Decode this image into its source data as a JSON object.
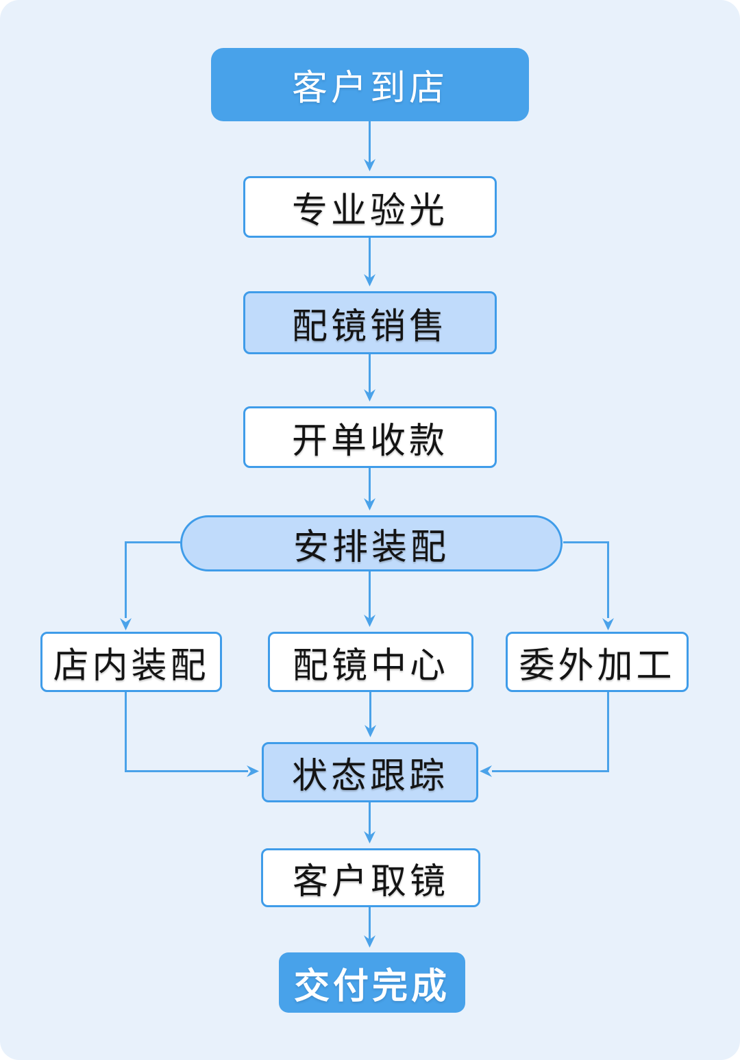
{
  "diagram": {
    "title_implicit": "眼镜门店配镜业务流程",
    "nodes": {
      "start": {
        "label": "客户到店",
        "type": "start"
      },
      "optometry": {
        "label": "专业验光",
        "type": "process"
      },
      "sales": {
        "label": "配镜销售",
        "type": "process-highlight"
      },
      "billing": {
        "label": "开单收款",
        "type": "process"
      },
      "dispatch": {
        "label": "安排装配",
        "type": "decision-pill"
      },
      "in_store": {
        "label": "店内装配",
        "type": "process"
      },
      "lens_center": {
        "label": "配镜中心",
        "type": "process"
      },
      "outsourced": {
        "label": "委外加工",
        "type": "process"
      },
      "status_tracking": {
        "label": "状态跟踪",
        "type": "process-highlight"
      },
      "pickup": {
        "label": "客户取镜",
        "type": "process"
      },
      "complete": {
        "label": "交付完成",
        "type": "end"
      }
    },
    "edges": [
      {
        "from": "start",
        "to": "optometry"
      },
      {
        "from": "optometry",
        "to": "sales"
      },
      {
        "from": "sales",
        "to": "billing"
      },
      {
        "from": "billing",
        "to": "dispatch"
      },
      {
        "from": "dispatch",
        "to": "in_store"
      },
      {
        "from": "dispatch",
        "to": "lens_center"
      },
      {
        "from": "dispatch",
        "to": "outsourced"
      },
      {
        "from": "in_store",
        "to": "status_tracking"
      },
      {
        "from": "lens_center",
        "to": "status_tracking"
      },
      {
        "from": "outsourced",
        "to": "status_tracking"
      },
      {
        "from": "status_tracking",
        "to": "pickup"
      },
      {
        "from": "pickup",
        "to": "complete"
      }
    ],
    "colors": {
      "background": "#E8F1FB",
      "primary_fill": "#48A2EA",
      "highlight_fill": "#C0DBFB",
      "node_fill": "#FFFFFF",
      "border": "#3F9CE9",
      "arrow": "#4AA2E9",
      "text_dark": "#141414",
      "text_light": "#FFFFFF"
    }
  }
}
